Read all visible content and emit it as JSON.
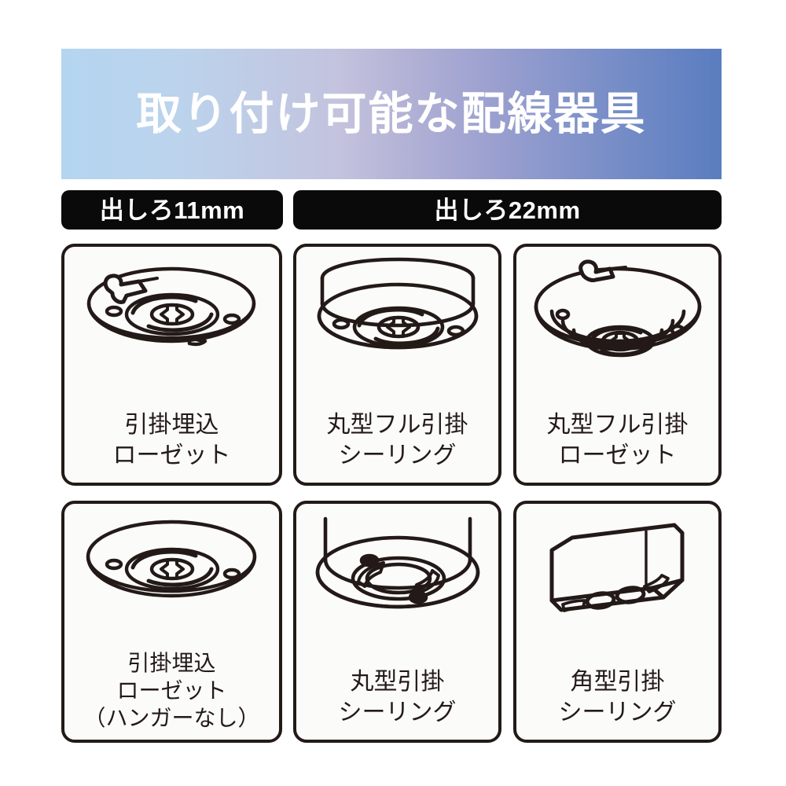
{
  "banner": {
    "title": "取り付け可能な配線器具",
    "gradient_from": "#b4d5f0",
    "gradient_mid": "#b3b2d6",
    "gradient_to": "#5a7dbf",
    "title_color": "#ffffff"
  },
  "categories": [
    {
      "label": "出しろ11mm",
      "bg": "#0a0a0a",
      "text_color": "#ffffff"
    },
    {
      "label": "出しろ22mm",
      "bg": "#0a0a0a",
      "text_color": "#ffffff"
    }
  ],
  "cards": [
    {
      "icon": "embedded-rosette-with-hanger-icon",
      "lines": [
        "引掛埋込",
        "ローゼット"
      ],
      "line1": "引掛埋込",
      "line2": "ローゼット",
      "line3": ""
    },
    {
      "icon": "round-full-hook-ceiling-icon",
      "lines": [
        "丸型フル引掛",
        "シーリング"
      ],
      "line1": "丸型フル引掛",
      "line2": "シーリング",
      "line3": ""
    },
    {
      "icon": "round-full-hook-rosette-icon",
      "lines": [
        "丸型フル引掛",
        "ローゼット"
      ],
      "line1": "丸型フル引掛",
      "line2": "ローゼット",
      "line3": ""
    },
    {
      "icon": "embedded-rosette-no-hanger-icon",
      "lines": [
        "引掛埋込",
        "ローゼット",
        "（ハンガーなし）"
      ],
      "line1": "引掛埋込",
      "line2": "ローゼット",
      "line3": "（ハンガーなし）"
    },
    {
      "icon": "round-hook-ceiling-icon",
      "lines": [
        "丸型引掛",
        "シーリング"
      ],
      "line1": "丸型引掛",
      "line2": "シーリング",
      "line3": ""
    },
    {
      "icon": "square-hook-ceiling-icon",
      "lines": [
        "角型引掛",
        "シーリング"
      ],
      "line1": "角型引掛",
      "line2": "シーリング",
      "line3": ""
    }
  ],
  "style": {
    "page_bg": "#ffffff",
    "card_bg": "#fbfbf9",
    "card_border": "#231a18",
    "label_color": "#231a18"
  }
}
